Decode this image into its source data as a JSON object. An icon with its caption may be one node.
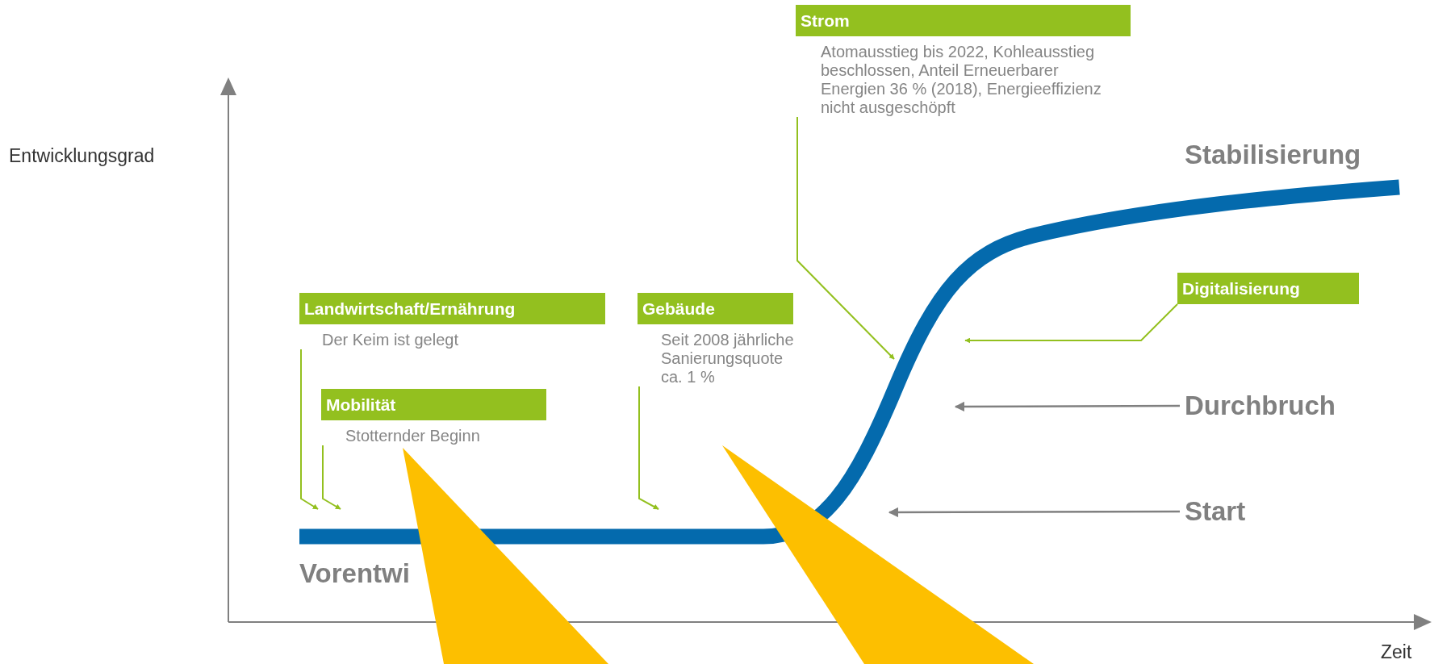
{
  "diagram": {
    "nodes": [
      {
        "text": [
          "Strom",
          "Atomausstieg bis 2022, Kohleausstieg beschlossen, Anteil Erneuerbarer Energien 36 % (2018), Energieeffizienz nicht ausgeschöpft"
        ]
      },
      {
        "text": [
          "Digitalisierung"
        ]
      },
      {
        "text": [
          "Landwirtschaft/Ernährung",
          "Der Keim ist gelegt"
        ]
      },
      {
        "text": [
          "Gebäude",
          "Seit 2008 jährliche Sanierungsquote ca. 1 %"
        ]
      },
      {
        "text": [
          "Mobilität",
          "Stotternder Beginn"
        ]
      },
      {
        "text": [
          "Durchbruch"
        ]
      },
      {
        "text": [
          "Start"
        ]
      }
    ],
    "edges": [
      {
        "from": 0,
        "to": null,
        "arrow": "to"
      },
      {
        "from": 1,
        "to": null,
        "arrow": "to"
      },
      {
        "from": 2,
        "to": null,
        "arrow": "to"
      },
      {
        "from": 3,
        "to": null,
        "arrow": "to"
      },
      {
        "from": 4,
        "to": null,
        "arrow": "to"
      },
      {
        "from": 5,
        "to": null,
        "arrow": "to",
        "color": "#808080"
      },
      {
        "from": 6,
        "to": null,
        "arrow": "to",
        "color": "#808080"
      }
    ],
    "labels": [
      "Entwicklungsgrad",
      "Stabilisierung",
      "Vorentwi",
      "Zeit"
    ]
  }
}
